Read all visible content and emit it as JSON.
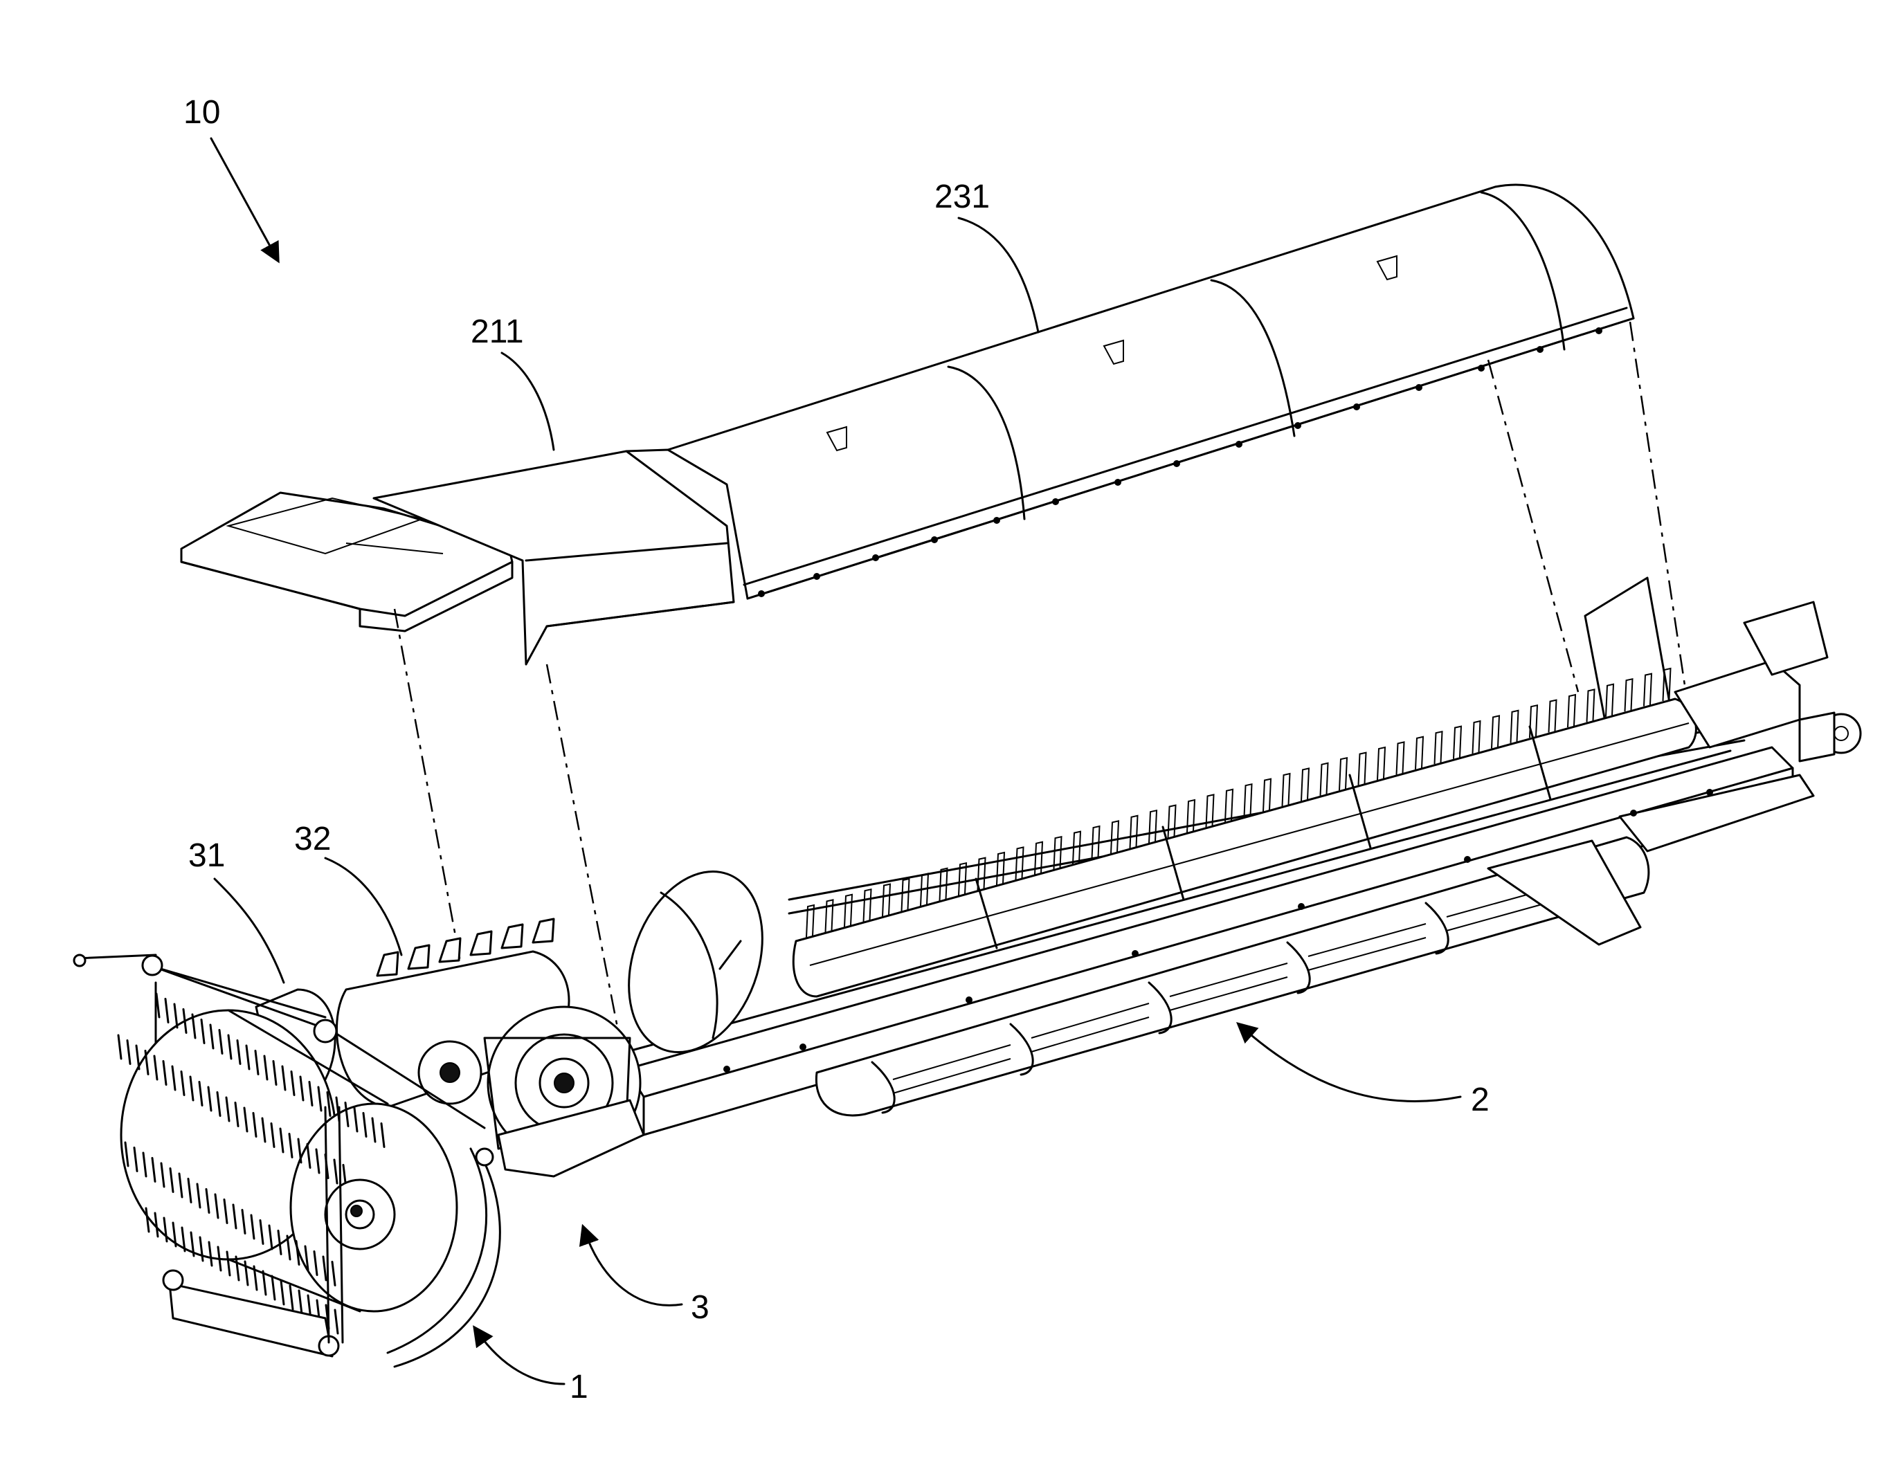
{
  "labels": {
    "l10": "10",
    "l231": "231",
    "l211": "211",
    "l31": "31",
    "l32": "32",
    "l2": "2",
    "l3": "3",
    "l1": "1"
  },
  "colors": {
    "line": "#000000",
    "background": "#ffffff"
  }
}
